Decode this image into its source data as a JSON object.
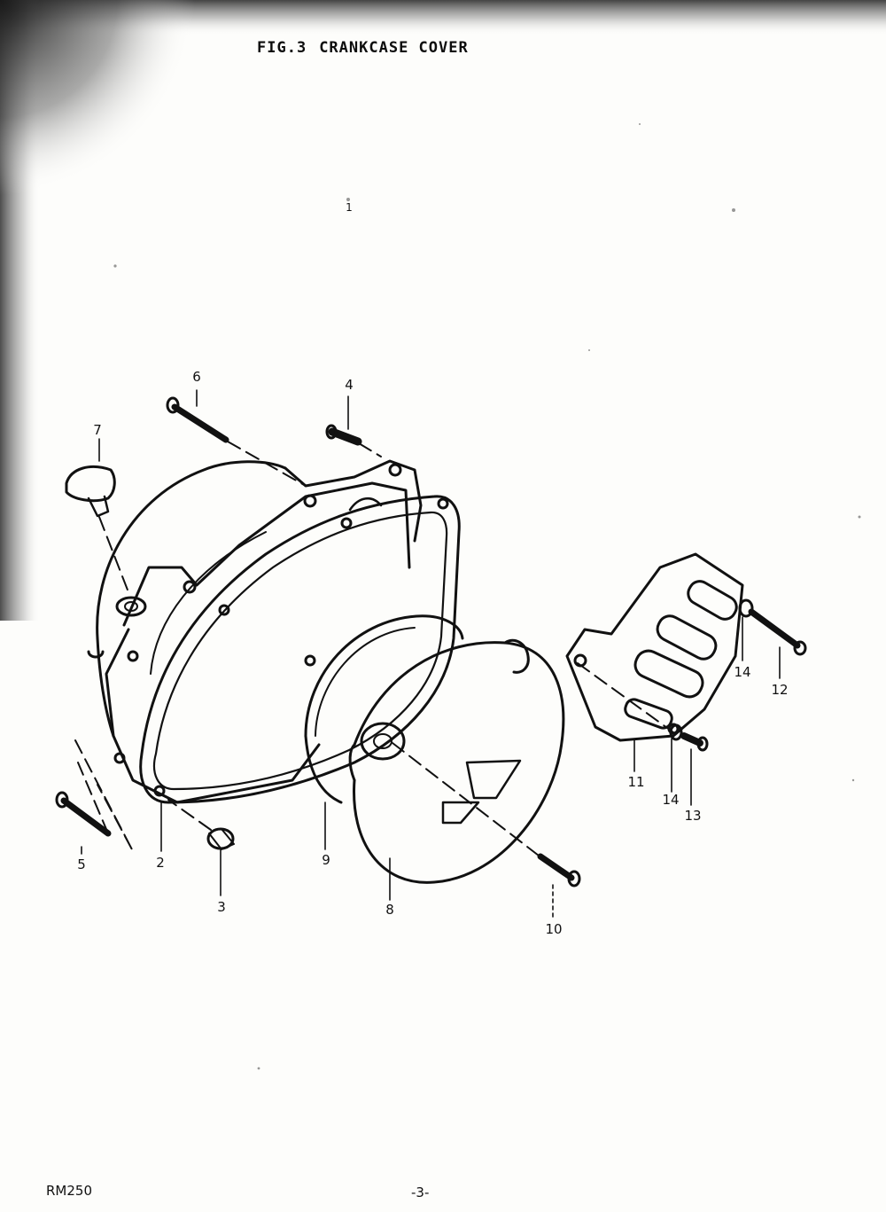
{
  "figure": {
    "number": "FIG.3",
    "title": "CRANKCASE COVER"
  },
  "callouts": [
    "1",
    "2",
    "3",
    "4",
    "5",
    "6",
    "7",
    "8",
    "9",
    "10",
    "11",
    "12",
    "13",
    "14",
    "14"
  ],
  "footer": {
    "model": "RM250",
    "page": "-3-"
  }
}
